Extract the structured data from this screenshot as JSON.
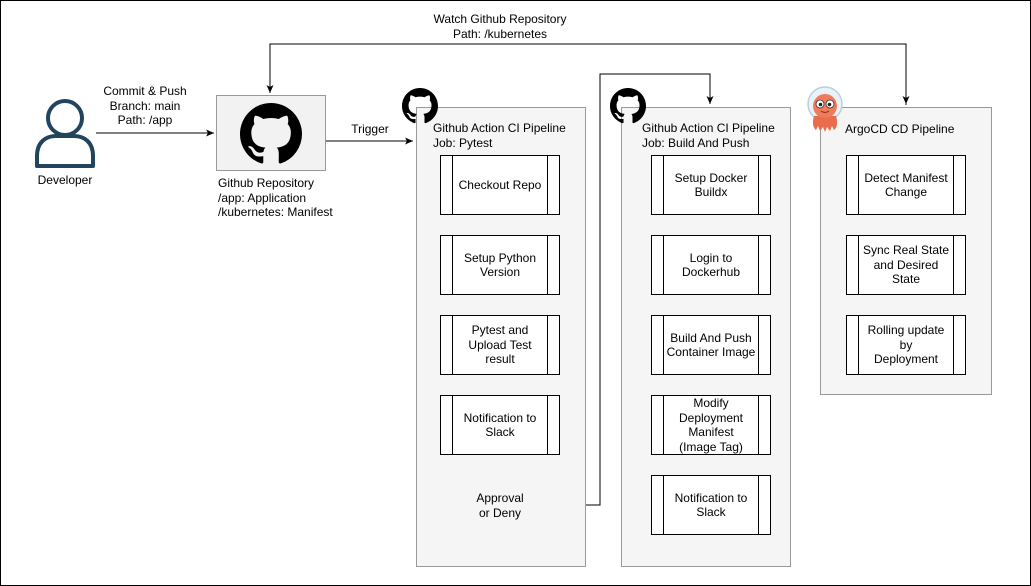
{
  "developer": {
    "label": "Developer"
  },
  "edges": {
    "commit_push": "Commit & Push\nBranch: main\nPath: /app",
    "trigger": "Trigger",
    "watch": "Watch Github Repository\nPath: /kubernetes"
  },
  "repository": {
    "label": "Github Repository\n/app: Application\n/kubernetes: Manifest"
  },
  "ci_pytest": {
    "title": "Github Action CI Pipeline\nJob: Pytest",
    "steps": [
      "Checkout Repo",
      "Setup Python\nVersion",
      "Pytest and\nUpload Test\nresult",
      "Notification to\nSlack"
    ],
    "decision": "Approval\nor Deny"
  },
  "ci_build": {
    "title": "Github Action CI Pipeline\nJob: Build And Push",
    "steps": [
      "Setup Docker\nBuildx",
      "Login to\nDockerhub",
      "Build And Push\nContainer Image",
      "Modify\nDeployment\nManifest\n(Image Tag)",
      "Notification to\nSlack"
    ]
  },
  "cd_argo": {
    "title": "ArgoCD CD Pipeline",
    "steps": [
      "Detect Manifest\nChange",
      "Sync Real State\nand Desired\nState",
      "Rolling update by\nDeployment"
    ]
  },
  "icons": {
    "developer": "person-icon",
    "repository": "github-icon",
    "ci": "github-icon",
    "cd": "argocd-icon"
  },
  "colors": {
    "lane_fill": "#f5f5f5",
    "lane_border": "#999999",
    "argo_orange": "#e96d4c"
  }
}
